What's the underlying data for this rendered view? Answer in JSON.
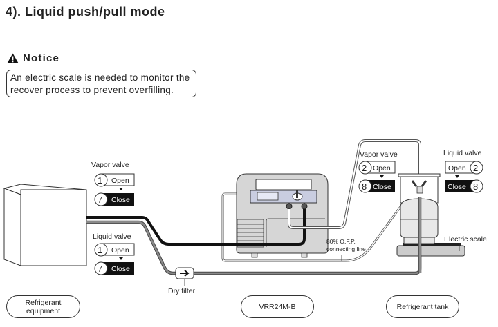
{
  "title": "4). Liquid push/pull mode",
  "notice": {
    "icon": "warning-triangle-icon",
    "heading": "Notice",
    "text_line1": "An electric scale is needed to monitor the",
    "text_line2": "recover process to prevent overfilling."
  },
  "equipment_valves": {
    "vapor": {
      "label": "Vapor valve",
      "open_step": "1",
      "open_label": "Open",
      "close_step": "7",
      "close_label": "Close"
    },
    "liquid": {
      "label": "Liquid valve",
      "open_step": "1",
      "open_label": "Open",
      "close_step": "7",
      "close_label": "Close"
    }
  },
  "tank_valves": {
    "vapor": {
      "label": "Vapor valve",
      "open_step": "2",
      "open_label": "Open",
      "close_step": "8",
      "close_label": "Close"
    },
    "liquid": {
      "label": "Liquid valve",
      "open_step": "2",
      "open_label": "Open",
      "close_step": "8",
      "close_label": "Close"
    }
  },
  "annotations": {
    "ofp_line1": "80% O.F.P.",
    "ofp_line2": "connecting line",
    "dry_filter": "Dry filter",
    "electric_scale": "Electric scale"
  },
  "captions": {
    "equipment_line1": "Refrigerant",
    "equipment_line2": "equipment",
    "machine": "VRR24M-B",
    "tank": "Refrigerant tank"
  },
  "colors": {
    "vapor_hose": "#111111",
    "liquid_hose": "#8a8a8a",
    "machine_body": "#d6d6d6",
    "panel": "#c9cde0",
    "close_badge": "#111111"
  }
}
